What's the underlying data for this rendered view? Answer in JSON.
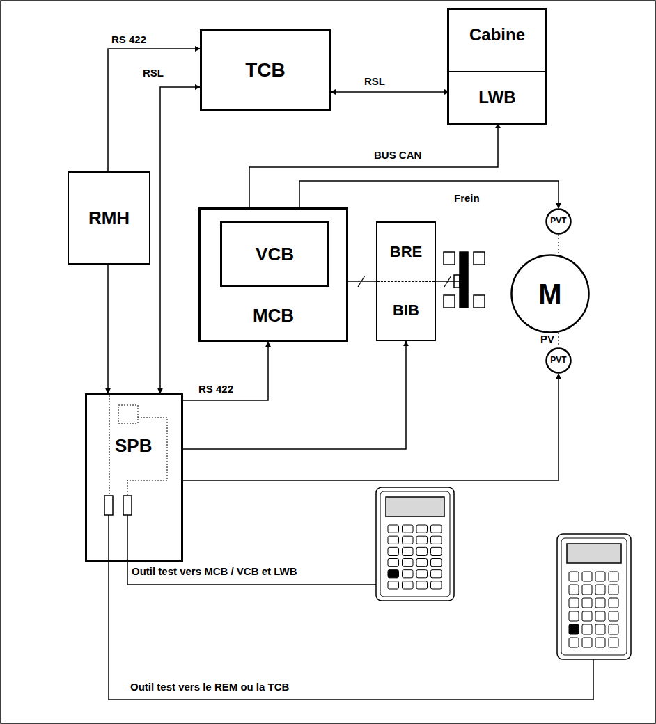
{
  "diagram": {
    "nodes": [
      {
        "text": [
          "TCB"
        ]
      },
      {
        "text": [
          "Cabine"
        ]
      },
      {
        "text": [
          "LWB"
        ],
        "in": 1
      },
      {
        "text": [
          "RMH"
        ]
      },
      {
        "text": [
          "MCB"
        ]
      },
      {
        "text": [
          "VCB"
        ],
        "in": 4
      },
      {
        "text": [
          "BRE",
          "BIB"
        ]
      },
      {
        "text": [
          "PVT"
        ]
      },
      {
        "text": [
          "M"
        ]
      },
      {
        "text": [
          "PVT"
        ]
      },
      {
        "text": [
          "SPB"
        ]
      }
    ],
    "edges": [
      {
        "from": 3,
        "to": 0,
        "label": "RS 422",
        "arrow": "to"
      },
      {
        "from": 10,
        "to": 0,
        "label": "RSL",
        "arrow": "both"
      },
      {
        "from": 0,
        "to": 2,
        "label": "RSL",
        "arrow": "both"
      },
      {
        "from": 5,
        "to": 2,
        "label": "BUS CAN",
        "arrow": "to"
      },
      {
        "from": 5,
        "to": 7,
        "arrow": "to"
      },
      {
        "from": 3,
        "to": 10,
        "arrow": "to"
      },
      {
        "from": 10,
        "to": 4,
        "label": "RS 422",
        "arrow": "to"
      },
      {
        "from": 10,
        "to": 6,
        "arrow": "to"
      },
      {
        "from": 10,
        "to": 9,
        "arrow": "to"
      },
      {
        "from": 4,
        "to": 6,
        "arrow": "none"
      },
      {
        "from": 7,
        "to": 8,
        "arrow": "none"
      },
      {
        "from": 8,
        "to": 9,
        "arrow": "none"
      }
    ],
    "labels": [
      "Frein",
      "PV",
      "Outil test vers MCB / VCB et LWB",
      "Outil test vers le REM ou la TCB"
    ]
  }
}
